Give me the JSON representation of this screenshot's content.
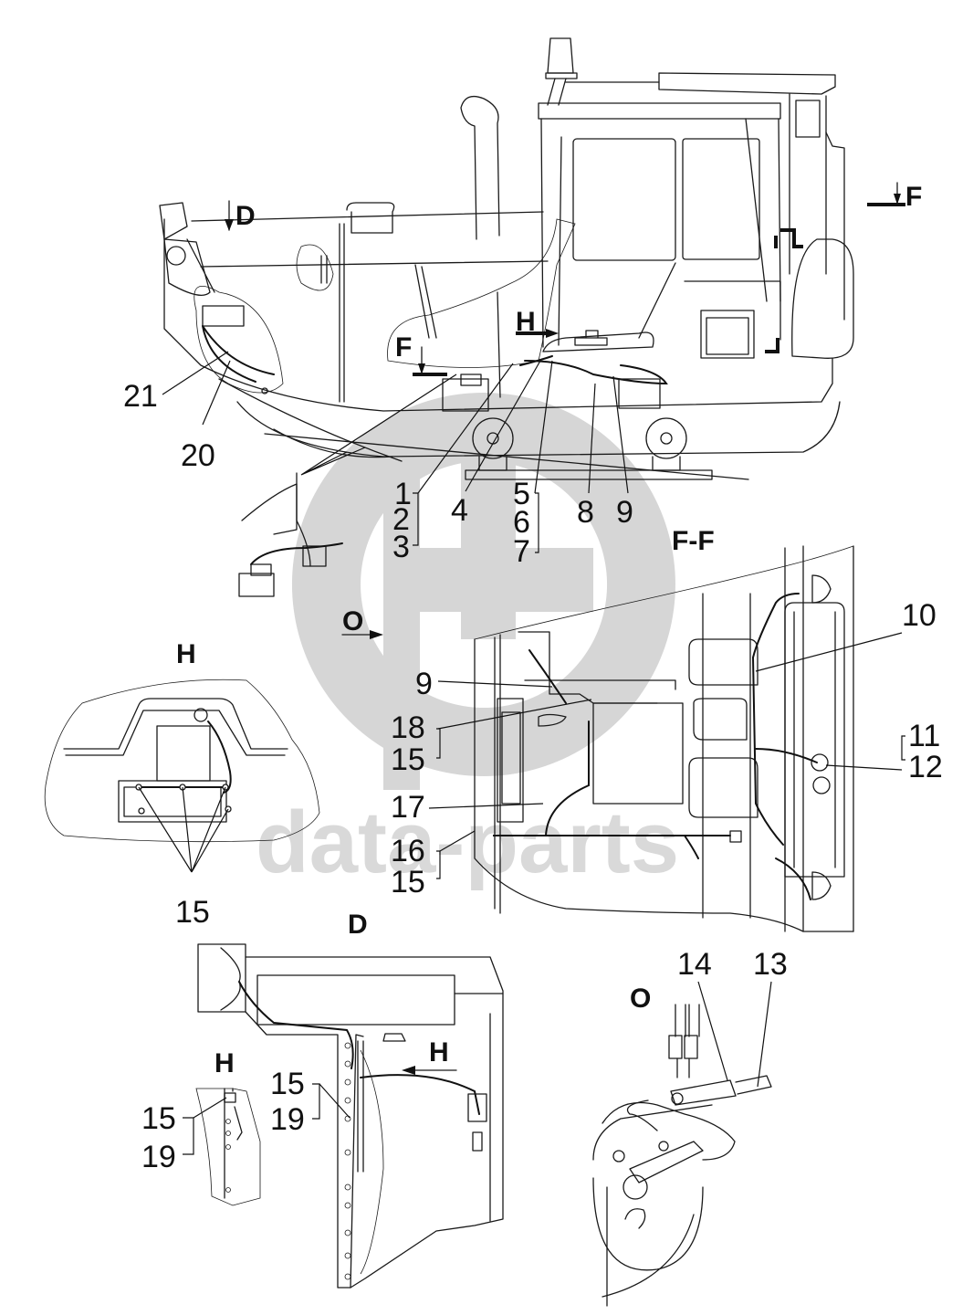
{
  "watermark": {
    "text": "data-parts",
    "logo": "dp-circle-logo",
    "color": "#d6d6d6"
  },
  "views": {
    "main": {
      "section_markers": [
        "D",
        "F",
        "H",
        "F"
      ]
    },
    "ff": {
      "title": "F-F",
      "arrow_label": "O"
    },
    "h_left": {
      "title": "H"
    },
    "d": {
      "title": "D",
      "arrow_label": "H"
    },
    "h_small": {
      "title": "H"
    },
    "o": {
      "title": "O"
    }
  },
  "callouts": {
    "main": [
      "21",
      "20",
      "1",
      "2",
      "3",
      "4",
      "5",
      "6",
      "7",
      "8",
      "9"
    ],
    "ff": [
      "10",
      "11",
      "12",
      "9",
      "18",
      "15",
      "17",
      "16",
      "15"
    ],
    "h_left": [
      "15"
    ],
    "d": [
      "15",
      "19"
    ],
    "h_small": [
      "15",
      "19"
    ],
    "o": [
      "14",
      "13"
    ]
  }
}
